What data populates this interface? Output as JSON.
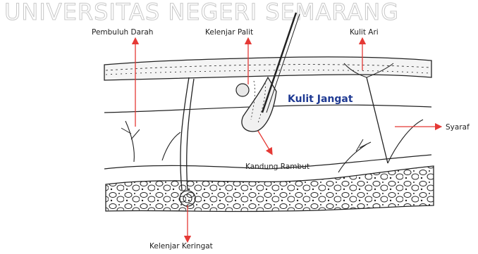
{
  "watermark": "UNIVERSITAS NEGERI SEMARANG",
  "labels": {
    "pembuluh_darah": "Pembuluh Darah",
    "kelenjar_palit": "Kelenjar Palit",
    "kulit_ari": "Kulit Ari",
    "kulit_jangat": "Kulit Jangat",
    "syaraf": "Syaraf",
    "kandung_rambut": "Kandung Rambut",
    "kelenjar_keringat": "Kelenjar Keringat"
  },
  "colors": {
    "arrow": "#e53935",
    "ink": "#222222",
    "title": "#1f3a93"
  }
}
